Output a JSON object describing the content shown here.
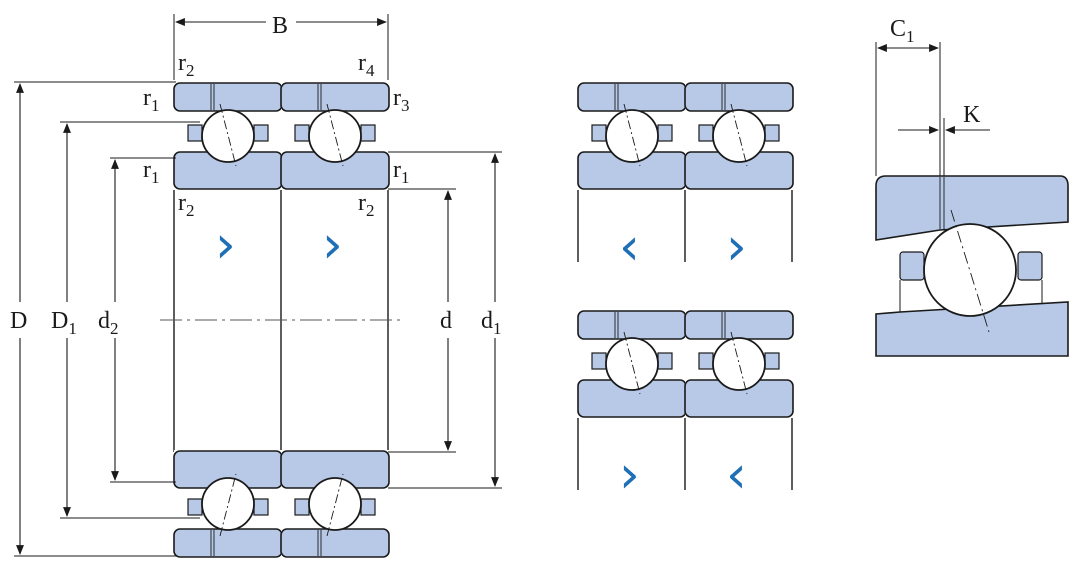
{
  "labels": {
    "B": "B",
    "D": "D",
    "D1_main": "D",
    "D1_sub": "1",
    "d2_main": "d",
    "d2_sub": "2",
    "d": "d",
    "d1_main": "d",
    "d1_sub": "1",
    "C1_main": "C",
    "C1_sub": "1",
    "K": "K",
    "r_main": "r",
    "r1_sub": "1",
    "r2_sub": "2",
    "r3_sub": "3",
    "r4_sub": "4"
  },
  "arrangements": {
    "back_to_back": {
      "left": "›",
      "right": "›"
    },
    "tandem_top": {
      "left": "‹",
      "right": "›"
    },
    "tandem_bottom": {
      "left": "›",
      "right": "‹"
    }
  },
  "colors": {
    "ring_fill": "#b7c9e6",
    "outline": "#1a1a1a",
    "chevron": "#1e6fb5"
  }
}
